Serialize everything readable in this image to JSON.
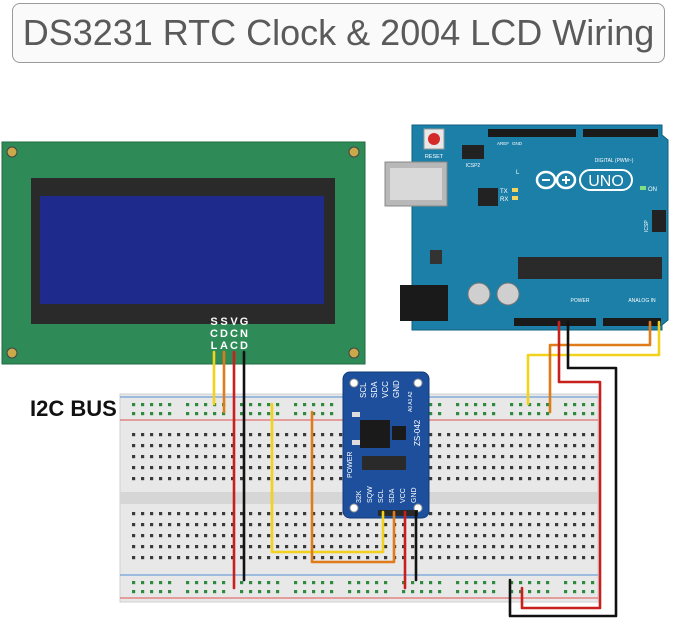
{
  "title": "DS3231 RTC Clock & 2004 LCD Wiring",
  "bus_label": "I2C BUS",
  "lcd": {
    "pins": [
      {
        "top": "S",
        "mid": "C",
        "bot": "L"
      },
      {
        "top": "S",
        "mid": "D",
        "bot": "A"
      },
      {
        "top": "V",
        "mid": "C",
        "bot": "C"
      },
      {
        "top": "G",
        "mid": "N",
        "bot": "D"
      }
    ]
  },
  "arduino": {
    "reset_label": "RESET",
    "icsp2_label": "ICSP2",
    "icsp_label": "ICSP",
    "digital_label": "DIGITAL (PWM~)",
    "logo_text": "UNO",
    "on_label": "ON",
    "led_l": "L",
    "led_tx": "TX",
    "led_rx": "RX",
    "power_label": "POWER",
    "analog_label": "ANALOG IN",
    "aref_label": "AREF",
    "gnd_label": "GND"
  },
  "rtc": {
    "top_pins": [
      "SCL",
      "SDA",
      "VCC",
      "GND"
    ],
    "model": "ZS-042",
    "addr": "A0 A1 A2",
    "power_label": "POWER",
    "bottom_pins": [
      "32K",
      "SQW",
      "SCL",
      "SDA",
      "VCC",
      "GND"
    ]
  },
  "colors": {
    "lcd_pcb": "#2e8b57",
    "lcd_screen": "#1e2b8c",
    "arduino_pcb": "#1b7fa8",
    "rtc_pcb": "#1d4f9c",
    "wire_yellow": "#f2d21b",
    "wire_orange": "#e07b1a",
    "wire_red": "#c8201c",
    "wire_black": "#111111"
  }
}
